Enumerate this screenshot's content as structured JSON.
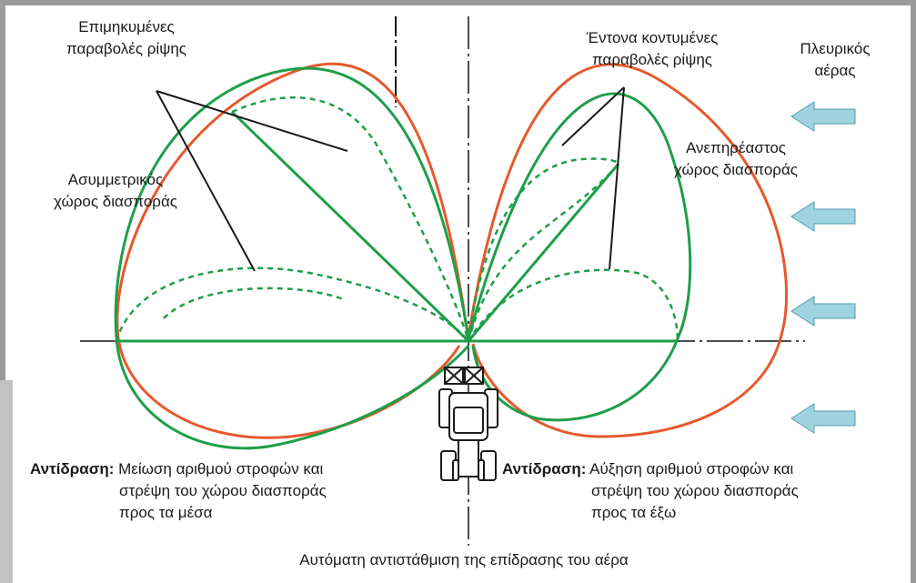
{
  "colors": {
    "green": "#1f9e49",
    "red": "#e5592c",
    "arrow": "#9fd3df",
    "arrow_stroke": "#4f9db0",
    "axis": "#111111"
  },
  "labels": {
    "elongated_line1": "Επιμηκυμένες",
    "elongated_line2": "παραβολές ρίψης",
    "shortened_line1": "Έντονα κοντυμένες",
    "shortened_line2": "παραβολές ρίψης",
    "sidewind_line1": "Πλευρικός",
    "sidewind_line2": "αέρας",
    "asymmetric_line1": "Ασυμμετρικός",
    "asymmetric_line2": "χώρος διασποράς",
    "unaffected_line1": "Ανεπηρέαστος",
    "unaffected_line2": "χώρος διασποράς",
    "reaction_left_bold": "Αντίδραση:",
    "reaction_left_line1": "Μείωση αριθμού στροφών και",
    "reaction_left_line2": "στρέψη του χώρου διασποράς",
    "reaction_left_line3": "προς τα μέσα",
    "reaction_right_bold": "Αντίδραση:",
    "reaction_right_line1": "Αύξηση αριθμού στροφών και",
    "reaction_right_line2": "στρέψη του χώρου διασποράς",
    "reaction_right_line3": "προς τα έξω",
    "caption": "Αυτόματη αντιστάθμιση της επίδρασης του αέρα"
  },
  "icons": {
    "wind_arrows": "left-arrow-icon",
    "tractor": "tractor-icon"
  }
}
